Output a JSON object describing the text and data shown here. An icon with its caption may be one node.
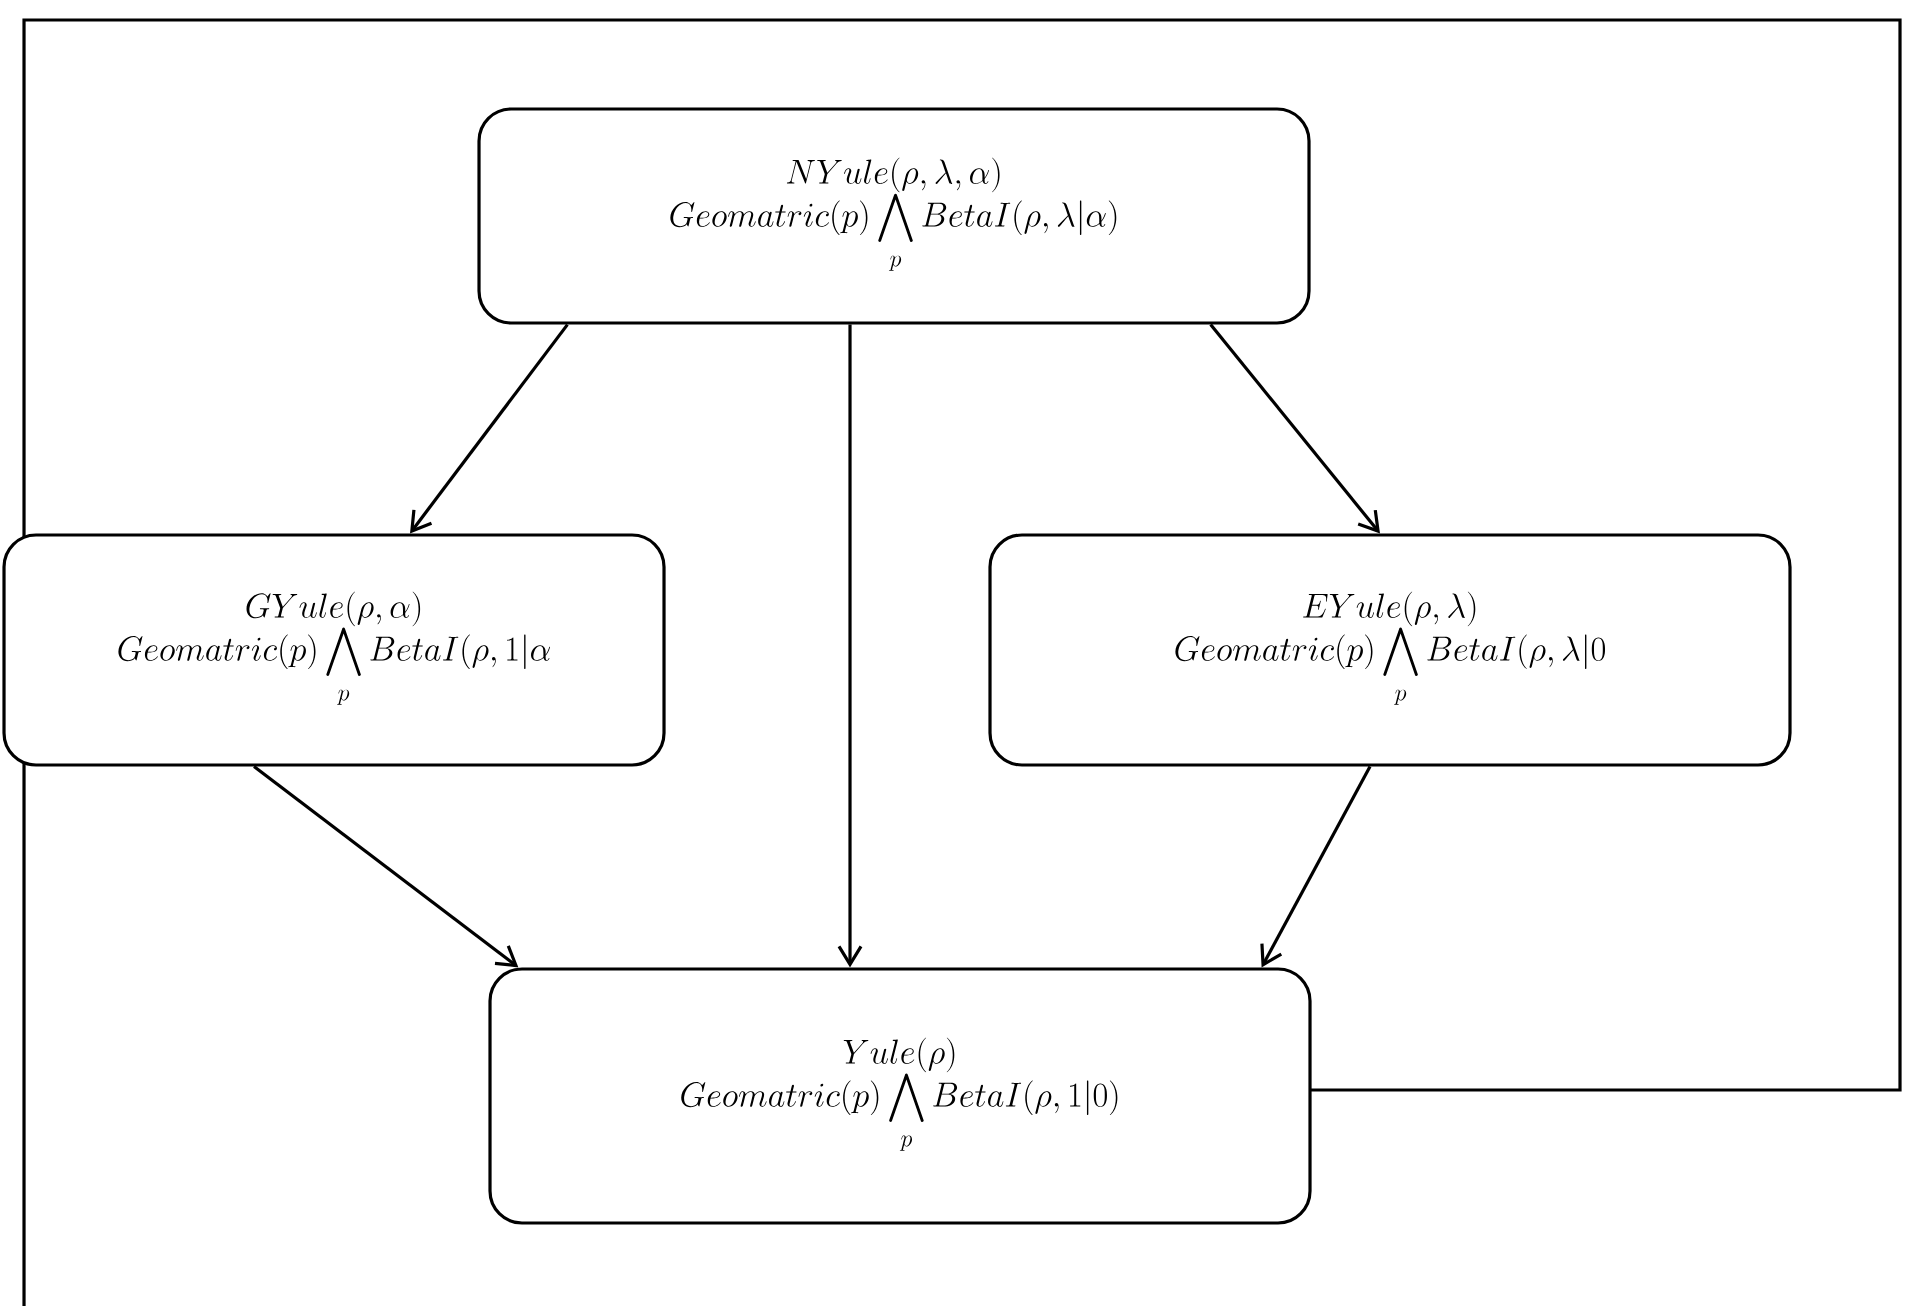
{
  "diagram": {
    "nodes": [
      {
        "text": [
          "NYule(\\rho,\\lambda,\\alpha)",
          "Geomatric(p)\\bigwedge_{p}BetaI(\\rho,\\lambda|\\alpha)"
        ]
      },
      {
        "text": [
          "GYule(\\rho,\\alpha)",
          "Geomatric(p)\\bigwedge_{p}BetaI(\\rho,1|\\alpha"
        ]
      },
      {
        "text": [
          "EYule(\\rho,\\lambda)",
          "Geomatric(p)\\bigwedge_{p}BetaI(\\rho,\\lambda|0"
        ]
      },
      {
        "text": [
          "Yule(\\rho)",
          "Geomatric(p)\\bigwedge_{p}BetaI(\\rho,1|0)"
        ]
      }
    ],
    "edges": [
      {
        "from": 0,
        "to": 1,
        "arrow": "to"
      },
      {
        "from": 0,
        "to": 3,
        "arrow": "to"
      },
      {
        "from": 0,
        "to": 2,
        "arrow": "to"
      },
      {
        "from": 1,
        "to": 3,
        "arrow": "to"
      },
      {
        "from": 2,
        "to": 3,
        "arrow": "to"
      }
    ]
  }
}
